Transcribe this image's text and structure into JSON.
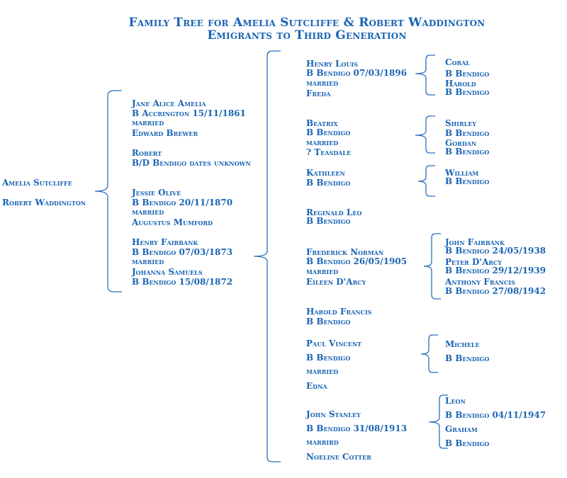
{
  "title": {
    "line1": "Family Tree for Amelia Sutcliffe & Robert Waddington",
    "line2": "Emigrants to Third Generation"
  },
  "generation1": {
    "person1": "Amelia Sutcliffe",
    "person2": "Robert Waddington"
  },
  "generation2": [
    {
      "lines": [
        "Jane Alice Amelia",
        "B Accrington 15/11/1861",
        "married",
        "Edward Brewer"
      ]
    },
    {
      "lines": [
        "Robert",
        "B/D Bendigo dates unknown"
      ]
    },
    {
      "lines": [
        "Jessie Olive",
        "B Bendigo 20/11/1870",
        "married",
        "Augustus Mumford"
      ]
    },
    {
      "lines": [
        "Henry Fairbank",
        "B Bendigo 07/03/1873",
        "married",
        "Johanna Samuels",
        "B Bendigo 15/08/1872"
      ]
    }
  ],
  "generation3": [
    {
      "lines": [
        "Henry Louis",
        "B Bendigo 07/03/1896",
        "married",
        "Freda"
      ]
    },
    {
      "lines": [
        "Beatrix",
        "B Bendigo",
        "married",
        "? Teasdale"
      ]
    },
    {
      "lines": [
        "Kathleen",
        "B Bendigo"
      ]
    },
    {
      "lines": [
        "Reginald Leo",
        "B Bendigo"
      ]
    },
    {
      "lines": [
        "Frederick Norman",
        "B Bendigo 26/05/1905",
        "married",
        "Eileen D'Arcy"
      ]
    },
    {
      "lines": [
        "Harold Francis",
        "B Bendigo"
      ]
    },
    {
      "lines": [
        "Paul Vincent",
        "B Bendigo",
        "married",
        "Edna"
      ]
    },
    {
      "lines": [
        "John Stanley",
        "B Bendigo 31/08/1913",
        "marrird",
        "Noeline Cotter"
      ]
    }
  ],
  "generation4": [
    {
      "lines": [
        "Coral",
        "B Bendigo",
        "Harold",
        "B Bendigo"
      ]
    },
    {
      "lines": [
        "Shirley",
        "B Bendigo",
        "Gordan",
        "B Bendigo"
      ]
    },
    {
      "lines": [
        "William",
        "B Bendigo"
      ]
    },
    {
      "lines": [
        "John Fairbank",
        "B Bendigo 24/05/1938",
        "Peter D'Arcy",
        "B Bendigo 29/12/1939",
        "Anthony Francis",
        "B Bendigo 27/08/1942"
      ]
    },
    {
      "lines": [
        "Michele",
        "B Bendigo"
      ]
    },
    {
      "lines": [
        "Leon",
        "B Bendigo 04/11/1947",
        "Graham",
        "B Bendigo"
      ]
    }
  ],
  "colors": {
    "text": "#1a64b4",
    "bracket": "#2a6fbd"
  }
}
